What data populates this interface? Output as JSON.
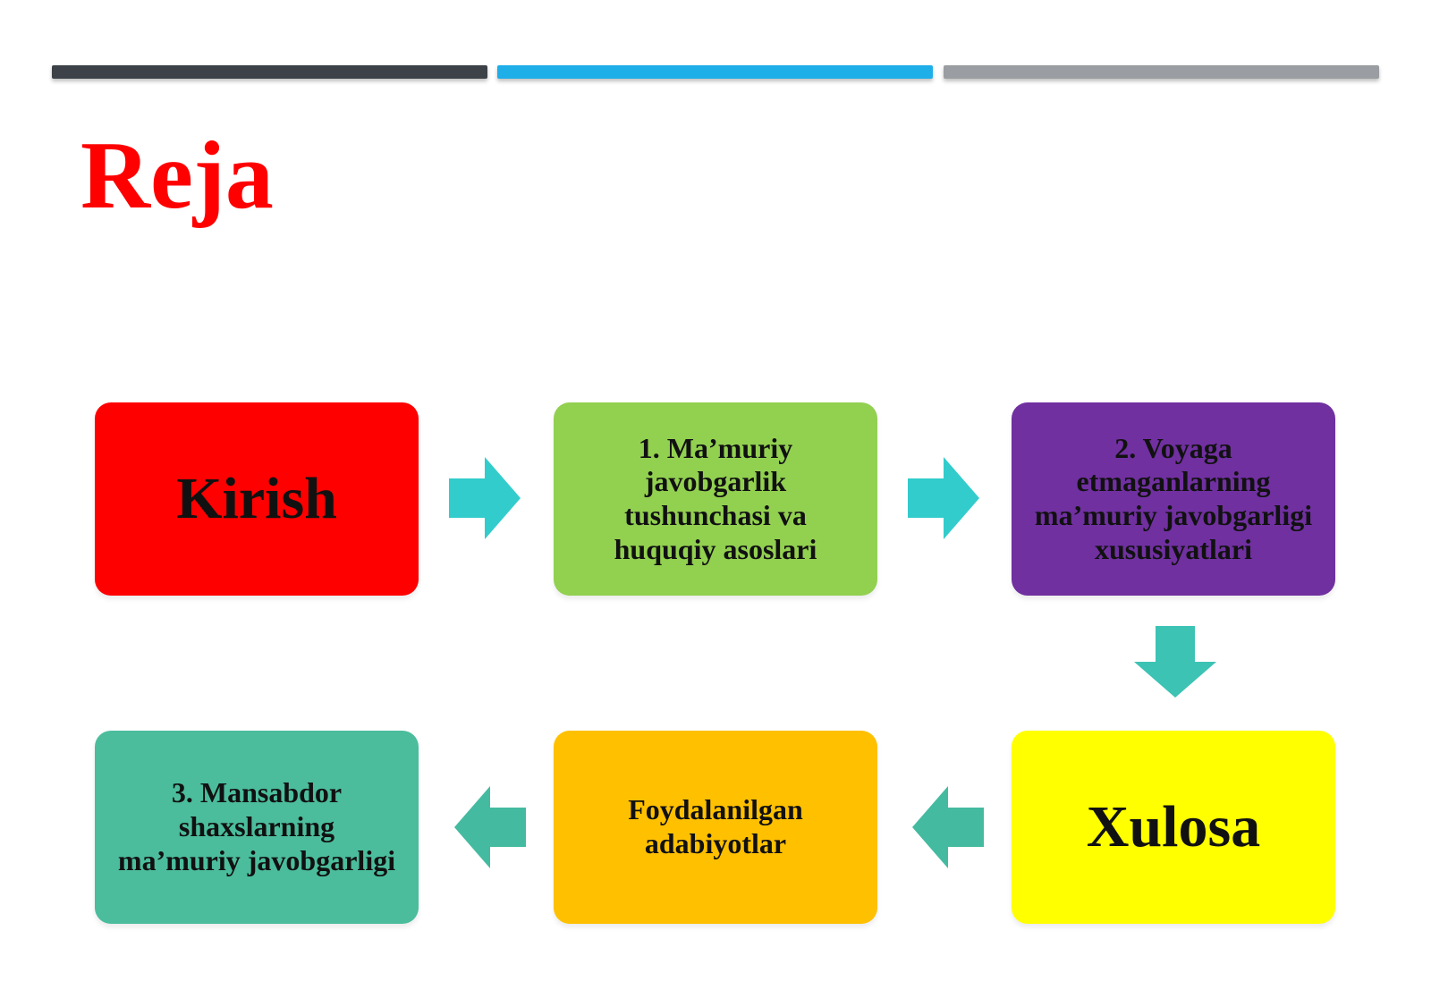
{
  "slide": {
    "title": "Reja",
    "title_color": "#ff0000",
    "top_bars": [
      {
        "color": "#3c4247"
      },
      {
        "color": "#1eaee8"
      },
      {
        "color": "#9a9da1"
      }
    ]
  },
  "flow": {
    "nodes": [
      {
        "label": "Kirish",
        "fill": "#ff0000"
      },
      {
        "label": "1. Ma’muriy javobgarlik tushunchasi va huquqiy asoslari",
        "fill": "#92d050"
      },
      {
        "label": "2. Voyaga etmaganlarning ma’muriy javobgarligi xususiyatlari",
        "fill": "#7030a0"
      },
      {
        "label": "Xulosa",
        "fill": "#ffff00"
      },
      {
        "label": "Foydalanilgan adabiyotlar",
        "fill": "#ffc000"
      },
      {
        "label": "3. Mansabdor shaxslarning ma’muriy javobgarligi",
        "fill": "#4bbd9c"
      }
    ],
    "arrows": [
      {
        "from": 0,
        "to": 1,
        "direction": "right",
        "color": "#33cccc"
      },
      {
        "from": 1,
        "to": 2,
        "direction": "right",
        "color": "#33cccc"
      },
      {
        "from": 2,
        "to": 3,
        "direction": "down",
        "color": "#3cc3b4"
      },
      {
        "from": 3,
        "to": 4,
        "direction": "left",
        "color": "#44bba0"
      },
      {
        "from": 4,
        "to": 5,
        "direction": "left",
        "color": "#44bba0"
      }
    ]
  }
}
